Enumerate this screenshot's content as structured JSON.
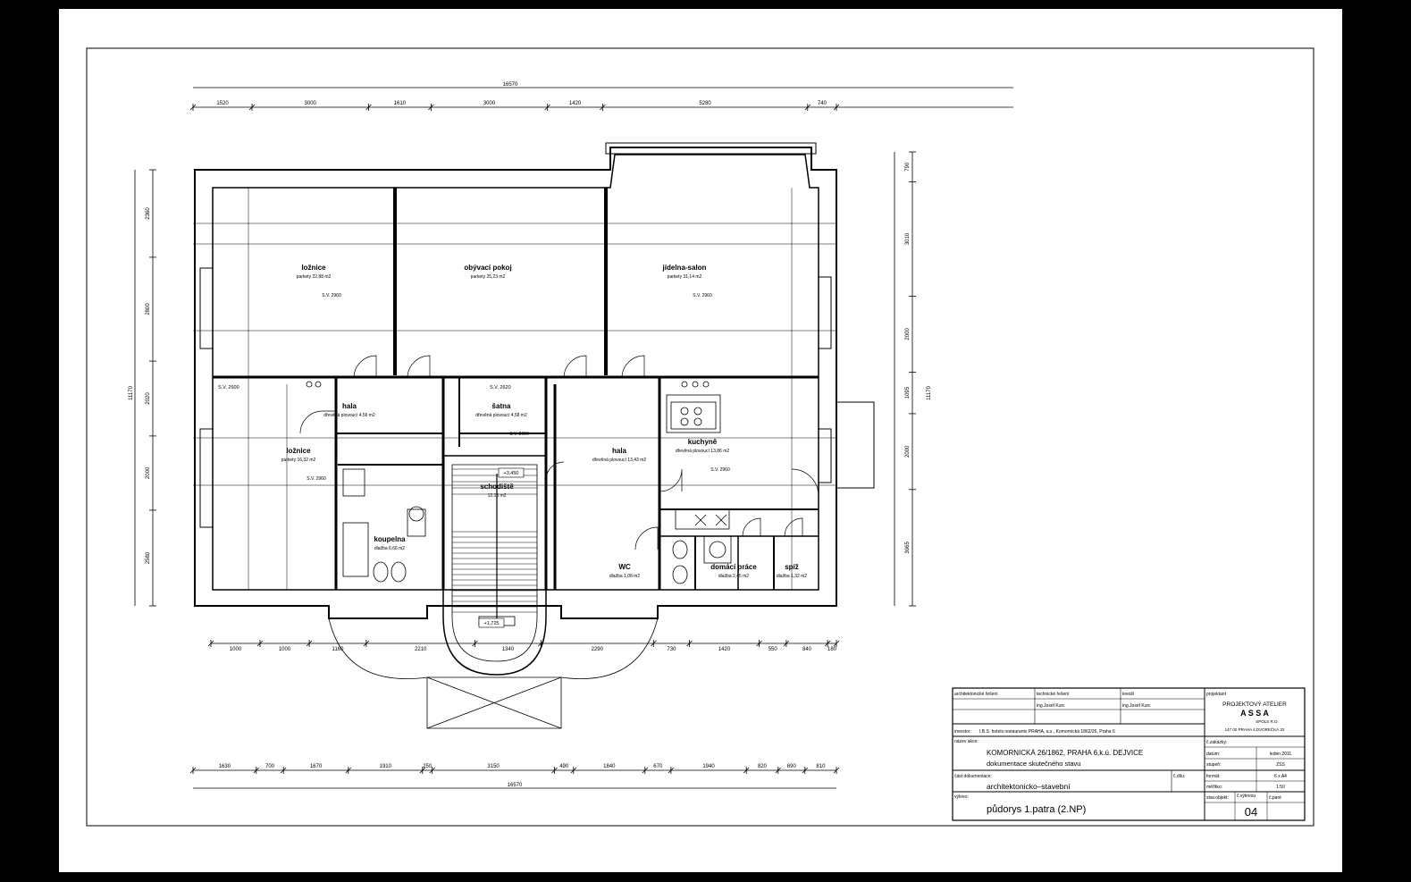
{
  "drawing": {
    "overall_dimension": "16570",
    "top_dimensions": [
      "1520",
      "3000",
      "1610",
      "3000",
      "1420",
      "5280",
      "740"
    ],
    "bottom_dimensions": [
      "1630",
      "700",
      "1670",
      "1910",
      "250",
      "3150",
      "490",
      "1840",
      "670",
      "1940",
      "820",
      "690",
      "810"
    ],
    "lower_dimensions": [
      "1000",
      "1000",
      "1160",
      "2210",
      "1340",
      "2290",
      "730",
      "1420",
      "550",
      "840",
      "180"
    ],
    "side_left": [
      "2360",
      "2800",
      "2020",
      "2000",
      "2580"
    ],
    "side_left_total": "11170",
    "side_right": [
      "790",
      "3010",
      "2000",
      "1095",
      "2000",
      "3065"
    ],
    "side_right_total": "11170",
    "rooms": [
      {
        "name": "ložnice",
        "floor": "parkety 22,88 m2",
        "sv": "S.V. 2960"
      },
      {
        "name": "obývací pokoj",
        "floor": "parkety 25,23 m2",
        "sv": ""
      },
      {
        "name": "jídelna-salon",
        "floor": "parkety 31,14 m2",
        "sv": "S.V. 2960"
      },
      {
        "name": "hala",
        "floor": "dřevěná plovoucí 4,56 m2",
        "sv": ""
      },
      {
        "name": "šatna",
        "floor": "dřevěná plovoucí 4,58 m2",
        "sv": "S.V. 2690"
      },
      {
        "name": "ložnice",
        "floor": "parkety 16,32 m2",
        "sv": "S.V. 2960"
      },
      {
        "name": "schodiště",
        "floor": "12,16 m2",
        "sv": ""
      },
      {
        "name": "hala",
        "floor": "dřevěná plovoucí 13,43 m2",
        "sv": ""
      },
      {
        "name": "kuchyně",
        "floor": "dřevěná plovoucí 13,86 m2",
        "sv": "S.V. 2960"
      },
      {
        "name": "koupelna",
        "floor": "dlažba 6,66 m2",
        "sv": ""
      },
      {
        "name": "WC",
        "floor": "dlažba 1,08 m2",
        "sv": ""
      },
      {
        "name": "domácí práce",
        "floor": "dlažba 2,45 m2",
        "sv": ""
      },
      {
        "name": "spíž",
        "floor": "dlažba 1,32 m2",
        "sv": ""
      }
    ],
    "levels": [
      "+3,450",
      "+1,725"
    ],
    "sv_labels": [
      "S.V. 2600",
      "S.V. 2620"
    ]
  },
  "title_block": {
    "arch_label": "architektonické řešení",
    "tech_label": "technické řešení",
    "drew_label": "kreslil",
    "tech_name": "ing.Josef Kurc",
    "drew_name": "ing.Josef Kurc",
    "designer_label": "projektant",
    "studio_line1": "PROJEKTOVÝ ATELIER",
    "studio_line2": "A S S A",
    "studio_line3": "SPOLS R.O.",
    "studio_line4": "147 00 PRAHA 4,DVOREČKÁ 32",
    "investor_label": "investor:",
    "investor_value": "I.B.S. hotels restaurants PRAHA, a.s., Komornická 1862/26, Praha 6",
    "action_label": "název akce:",
    "action_line1": "KOMORNICKÁ 26/1862, PRAHA 6,k.ú. DEJVICE",
    "action_line2": "dokumentace skutečného stavu",
    "part_label": "část dokumentace:",
    "part_value": "architektonicko–stavební",
    "part_no_label": "č.dílu:",
    "drawing_label": "výkres:",
    "drawing_value": "půdorys 1.patra (2.NP)",
    "contract_label": "č.zakázky:",
    "date_label": "datum:",
    "date_value": "leden 2011",
    "stage_label": "stupeň:",
    "stage_value": "ZSS",
    "format_label": "formát:",
    "format_value": "6 x A4",
    "scale_label": "měřítko:",
    "scale_value": "1:50",
    "object_label": "stav.objekt:",
    "sheet_label": "č.výkresu",
    "sheet_value": "04",
    "copy_label": "č.paré"
  }
}
